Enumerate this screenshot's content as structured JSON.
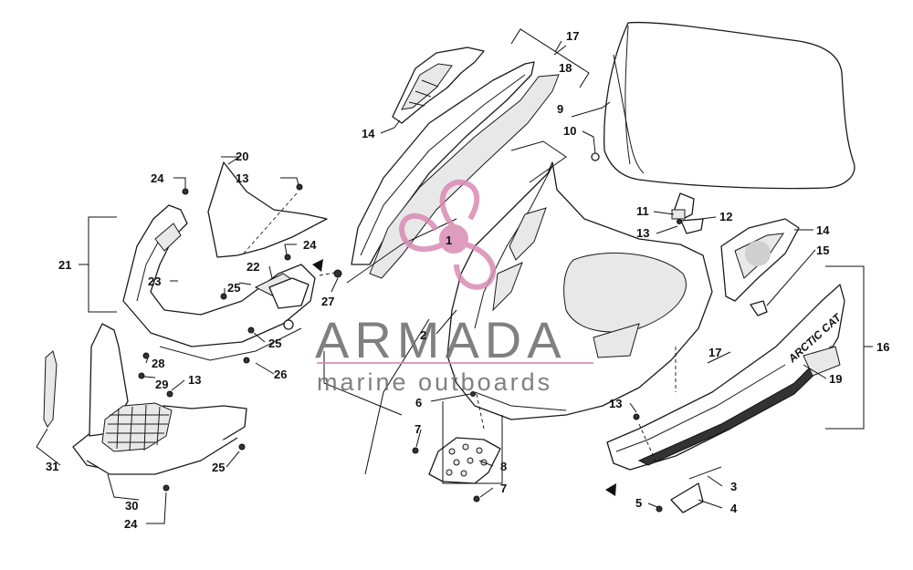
{
  "watermark": {
    "title": "ARMADA",
    "subtitle": "marine outboards",
    "accent_color": "#d98bb5",
    "text_color": "#6b6b6b"
  },
  "decal_text": "ARCTIC CAT",
  "callouts": {
    "c1": "1",
    "c2": "2",
    "c3": "3",
    "c4": "4",
    "c5": "5",
    "c6": "6",
    "c7a": "7",
    "c7b": "7",
    "c8": "8",
    "c9": "9",
    "c10": "10",
    "c11": "11",
    "c12": "12",
    "c13a": "13",
    "c13b": "13",
    "c13c": "13",
    "c13d": "13",
    "c14a": "14",
    "c14b": "14",
    "c15": "15",
    "c16": "16",
    "c17a": "17",
    "c17b": "17",
    "c18": "18",
    "c19": "19",
    "c20": "20",
    "c21": "21",
    "c22": "22",
    "c23": "23",
    "c24a": "24",
    "c24b": "24",
    "c24c": "24",
    "c25a": "25",
    "c25b": "25",
    "c25c": "25",
    "c26": "26",
    "c27": "27",
    "c28": "28",
    "c29": "29",
    "c30": "30",
    "c31": "31"
  }
}
